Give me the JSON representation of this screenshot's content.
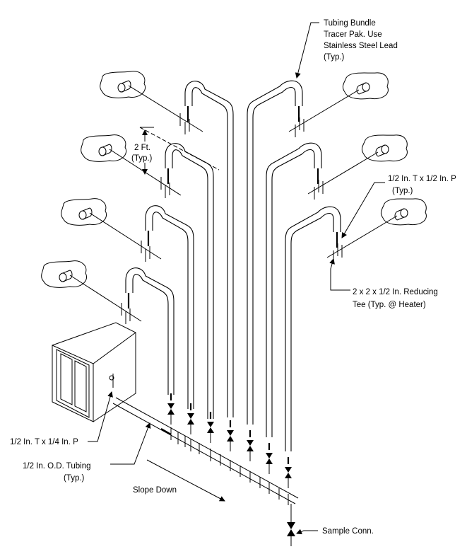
{
  "labels": {
    "tubing_bundle": [
      "Tubing Bundle",
      "Tracer Pak. Use",
      "Stainless Steel Lead",
      "(Typ.)"
    ],
    "two_ft": [
      "2 Ft.",
      "(Typ.)"
    ],
    "half_t_half_p": [
      "1/2 In. T x 1/2 In. P",
      "(Typ.)"
    ],
    "reducing_tee": [
      "2 x 2 x 1/2 In. Reducing",
      "Tee (Typ. @ Heater)"
    ],
    "half_t_quarter_p": "1/2 In. T x 1/4 In. P",
    "od_tubing": [
      "1/2 In. O.D. Tubing",
      "(Typ.)"
    ],
    "slope_down": "Slope Down",
    "sample_conn": "Sample Conn."
  },
  "colors": {
    "line": "#000000",
    "background": "#ffffff"
  }
}
